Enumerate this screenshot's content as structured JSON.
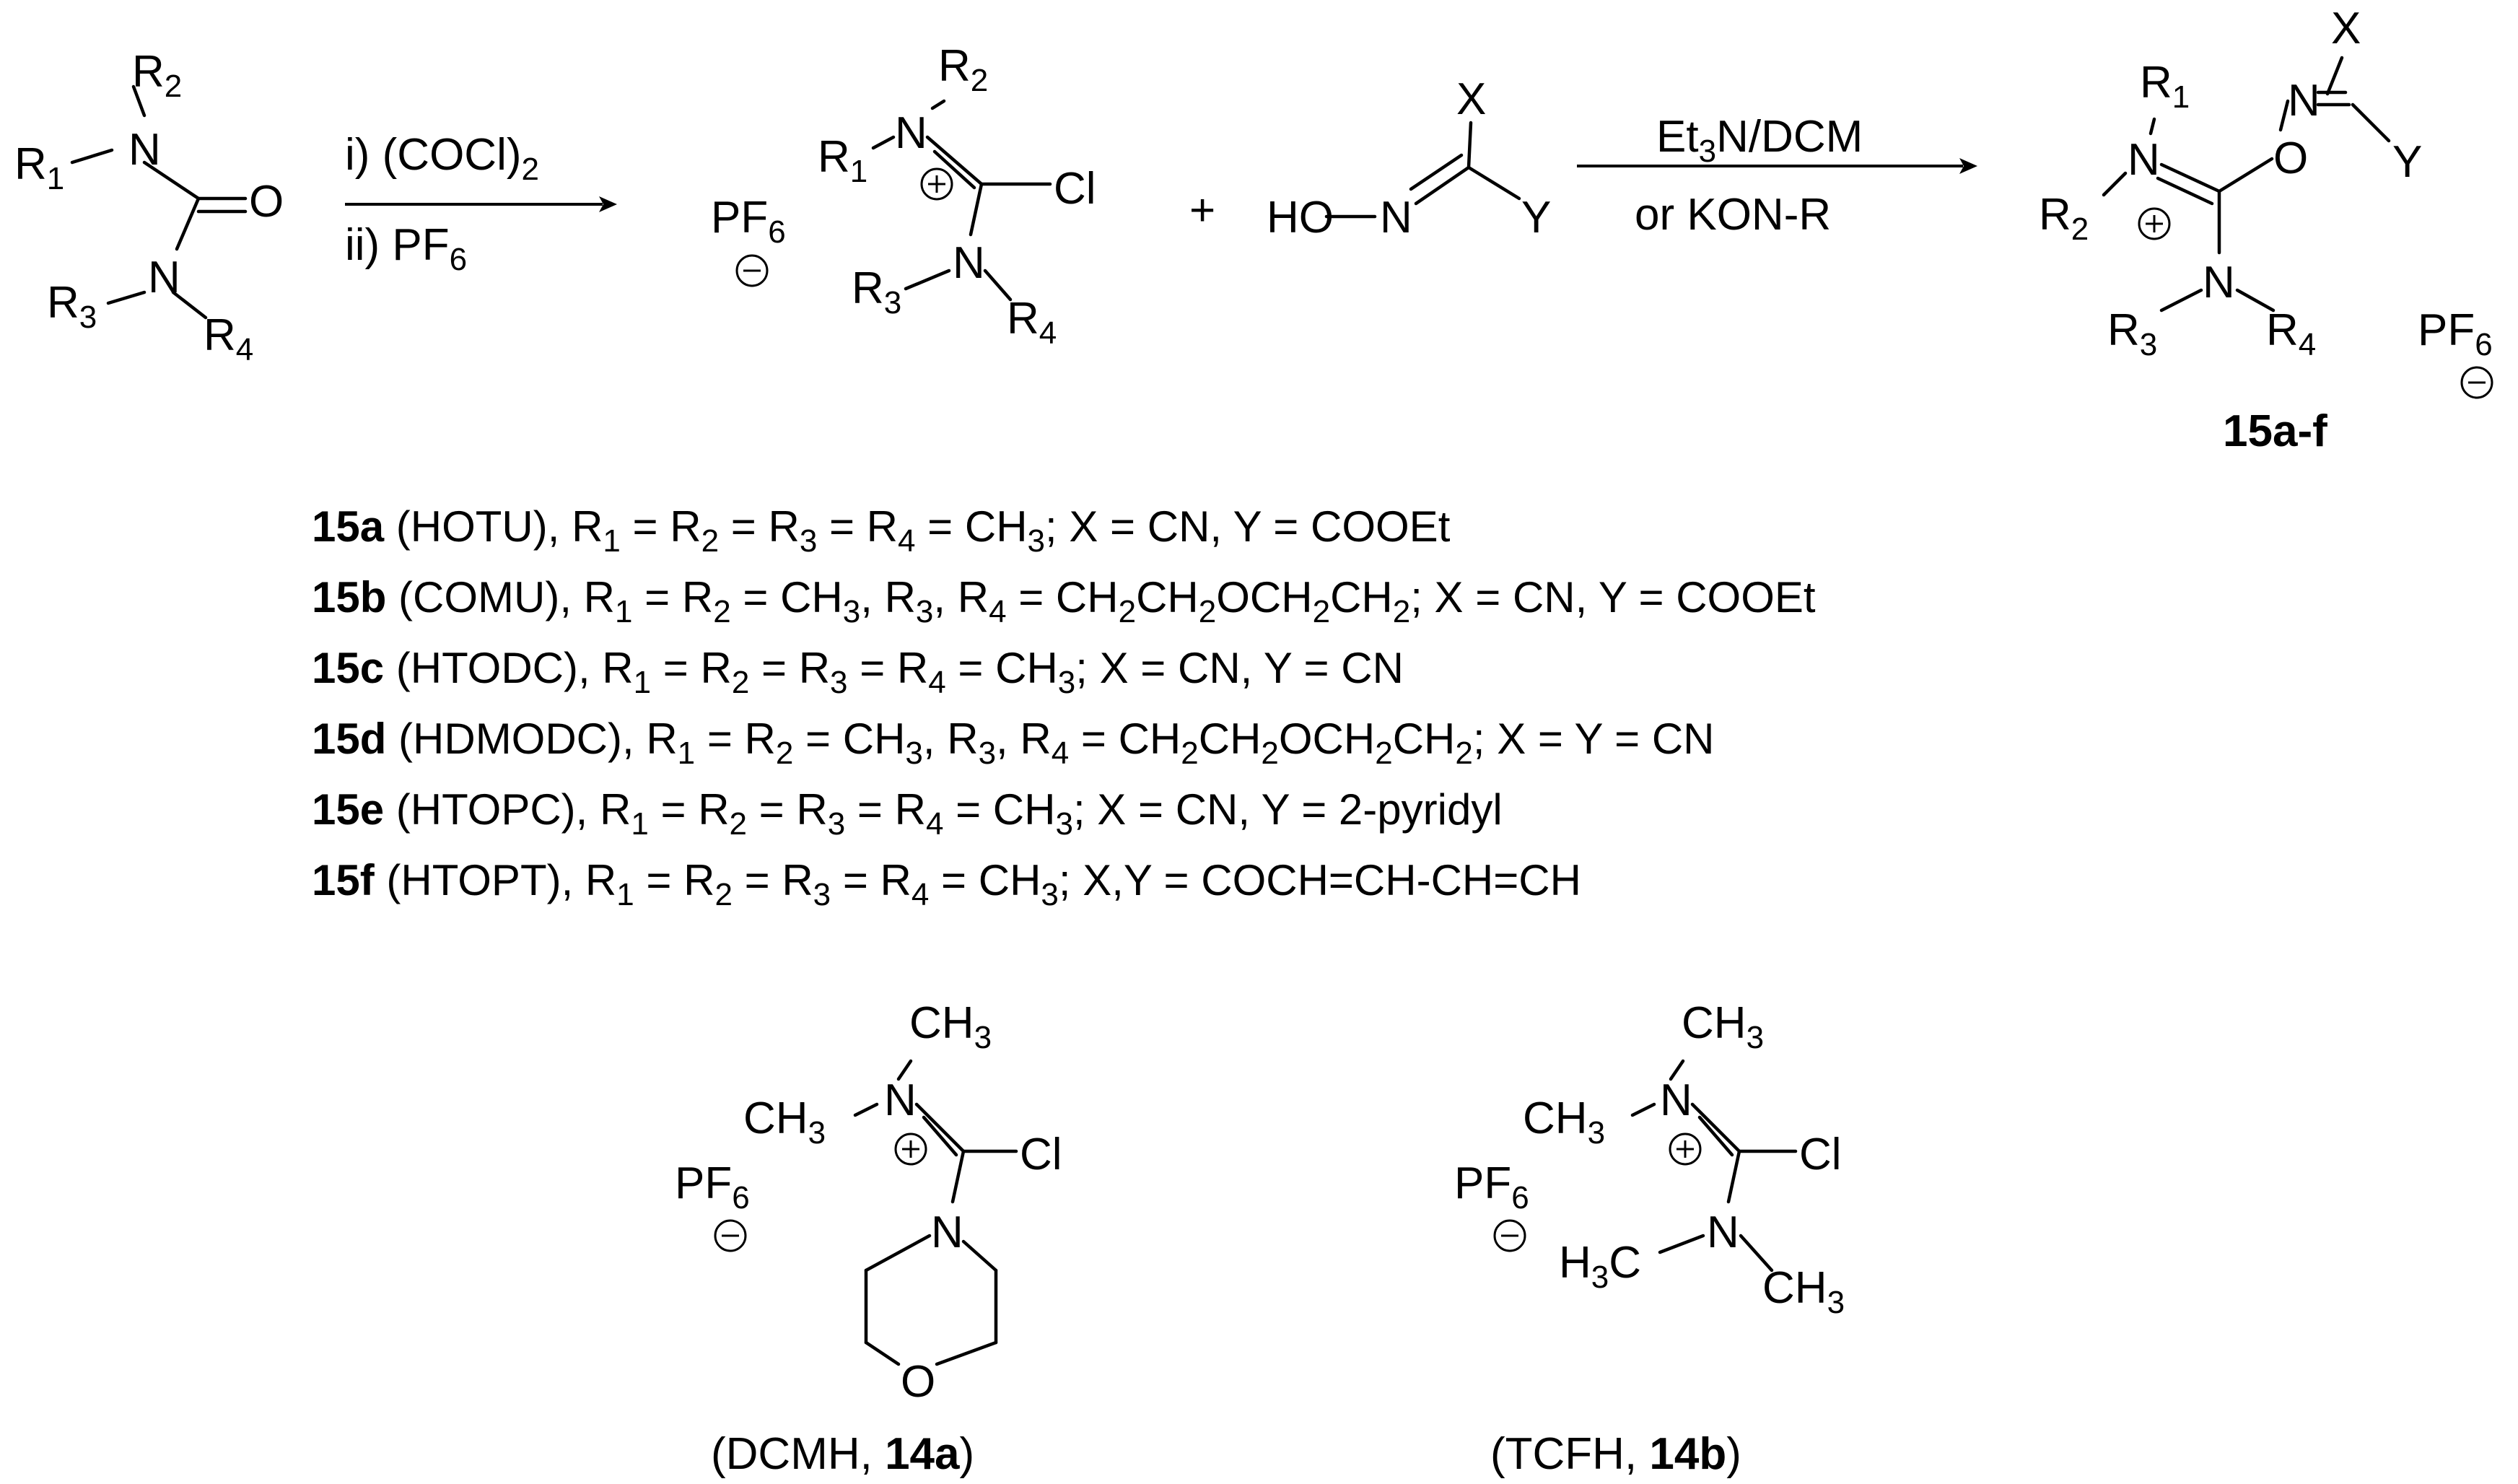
{
  "scheme": {
    "reactant_urea": {
      "atoms": {
        "n_top": "N",
        "n_bottom": "N",
        "o": "O",
        "c": "C"
      },
      "substituents": {
        "r1": "R",
        "r1_sub": "1",
        "r2": "R",
        "r2_sub": "2",
        "r3": "R",
        "r3_sub": "3",
        "r4": "R",
        "r4_sub": "4"
      }
    },
    "step1": {
      "reagent_i": "i) (COCl)",
      "reagent_i_sub": "2",
      "reagent_ii": "ii) PF",
      "reagent_ii_sub": "6"
    },
    "intermediate": {
      "counterion": "PF",
      "counterion_sub": "6",
      "n_top": "N",
      "n_bottom": "N",
      "cl": "Cl",
      "substituents": {
        "r1": "R",
        "r1_sub": "1",
        "r2": "R",
        "r2_sub": "2",
        "r3": "R",
        "r3_sub": "3",
        "r4": "R",
        "r4_sub": "4"
      }
    },
    "plus": "+",
    "oxime": {
      "ho": "HO",
      "n": "N",
      "x": "X",
      "y": "Y"
    },
    "step2": {
      "reagent_top": "Et",
      "reagent_top_sub": "3",
      "reagent_top_rest": "N/DCM",
      "reagent_bottom": "or KON-R"
    },
    "product": {
      "n_top": "N",
      "n_bottom": "N",
      "o": "O",
      "n_oxime": "N",
      "x": "X",
      "y": "Y",
      "counterion": "PF",
      "counterion_sub": "6",
      "label": "15a-f",
      "substituents": {
        "r1": "R",
        "r1_sub": "1",
        "r2": "R",
        "r2_sub": "2",
        "r3": "R",
        "r3_sub": "3",
        "r4": "R",
        "r4_sub": "4"
      }
    }
  },
  "legend": [
    {
      "id": "15a",
      "name": "(HOTU)",
      "segments": [
        {
          "t": ", R"
        },
        {
          "s": "1"
        },
        {
          "t": " = R"
        },
        {
          "s": "2"
        },
        {
          "t": " = R"
        },
        {
          "s": "3"
        },
        {
          "t": " = R"
        },
        {
          "s": "4"
        },
        {
          "t": " = CH"
        },
        {
          "s": "3"
        },
        {
          "t": "; X = CN, Y = COOEt"
        }
      ]
    },
    {
      "id": "15b",
      "name": "(COMU)",
      "segments": [
        {
          "t": ", R"
        },
        {
          "s": "1"
        },
        {
          "t": " = R"
        },
        {
          "s": "2"
        },
        {
          "t": " = CH"
        },
        {
          "s": "3"
        },
        {
          "t": ", R"
        },
        {
          "s": "3"
        },
        {
          "t": ", R"
        },
        {
          "s": "4"
        },
        {
          "t": " = CH"
        },
        {
          "s": "2"
        },
        {
          "t": "CH"
        },
        {
          "s": "2"
        },
        {
          "t": "OCH"
        },
        {
          "s": "2"
        },
        {
          "t": "CH"
        },
        {
          "s": "2"
        },
        {
          "t": "; X = CN, Y = COOEt"
        }
      ]
    },
    {
      "id": "15c",
      "name": "(HTODC)",
      "segments": [
        {
          "t": ", R"
        },
        {
          "s": "1"
        },
        {
          "t": " = R"
        },
        {
          "s": "2"
        },
        {
          "t": " = R"
        },
        {
          "s": "3"
        },
        {
          "t": " = R"
        },
        {
          "s": "4"
        },
        {
          "t": " = CH"
        },
        {
          "s": "3"
        },
        {
          "t": "; X = CN, Y = CN"
        }
      ]
    },
    {
      "id": "15d",
      "name": "(HDMODC)",
      "segments": [
        {
          "t": ", R"
        },
        {
          "s": "1"
        },
        {
          "t": " = R"
        },
        {
          "s": "2"
        },
        {
          "t": " = CH"
        },
        {
          "s": "3"
        },
        {
          "t": ", R"
        },
        {
          "s": "3"
        },
        {
          "t": ", R"
        },
        {
          "s": "4"
        },
        {
          "t": " = CH"
        },
        {
          "s": "2"
        },
        {
          "t": "CH"
        },
        {
          "s": "2"
        },
        {
          "t": "OCH"
        },
        {
          "s": "2"
        },
        {
          "t": "CH"
        },
        {
          "s": "2"
        },
        {
          "t": "; X = Y = CN"
        }
      ]
    },
    {
      "id": "15e",
      "name": "(HTOPC)",
      "segments": [
        {
          "t": ", R"
        },
        {
          "s": "1"
        },
        {
          "t": " = R"
        },
        {
          "s": "2"
        },
        {
          "t": " = R"
        },
        {
          "s": "3"
        },
        {
          "t": " = R"
        },
        {
          "s": "4"
        },
        {
          "t": " = CH"
        },
        {
          "s": "3"
        },
        {
          "t": "; X = CN, Y = 2-pyridyl"
        }
      ]
    },
    {
      "id": "15f",
      "name": "(HTOPT)",
      "segments": [
        {
          "t": ", R"
        },
        {
          "s": "1"
        },
        {
          "t": " = R"
        },
        {
          "s": "2"
        },
        {
          "t": " = R"
        },
        {
          "s": "3"
        },
        {
          "t": " = R"
        },
        {
          "s": "4"
        },
        {
          "t": " = CH"
        },
        {
          "s": "3"
        },
        {
          "t": "; X,Y = COCH=CH-CH=CH"
        }
      ]
    }
  ],
  "dcmh": {
    "counterion": "PF",
    "counterion_sub": "6",
    "ch3_top": "CH",
    "ch3_top_sub": "3",
    "ch3_left": "CH",
    "ch3_left_sub": "3",
    "n_top": "N",
    "n_morph": "N",
    "o_morph": "O",
    "cl": "Cl",
    "caption_open": "(DCMH, ",
    "caption_id": "14a",
    "caption_close": ")"
  },
  "tcfh": {
    "counterion": "PF",
    "counterion_sub": "6",
    "ch3_top": "CH",
    "ch3_top_sub": "3",
    "ch3_left": "CH",
    "ch3_left_sub": "3",
    "h3c": "H",
    "h3c_sub": "3",
    "h3c_c": "C",
    "ch3_right": "CH",
    "ch3_right_sub": "3",
    "n_top": "N",
    "n_bottom": "N",
    "cl": "Cl",
    "caption_open": "(TCFH, ",
    "caption_id": "14b",
    "caption_close": ")"
  }
}
